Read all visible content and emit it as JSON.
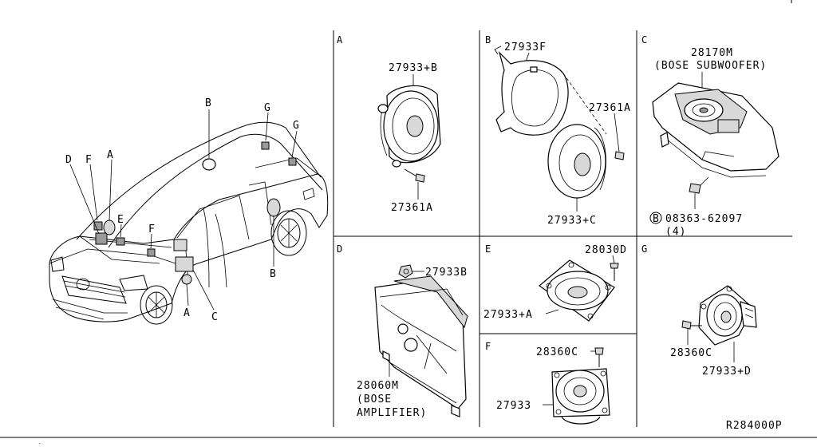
{
  "diagram_code": "R284000P",
  "vehicle_callouts": [
    "B",
    "G",
    "G",
    "D",
    "F",
    "A",
    "E",
    "F",
    "A",
    "C",
    "B"
  ],
  "sections": {
    "A": {
      "letter": "A",
      "labels": [
        "27933+B",
        "27361A"
      ]
    },
    "B": {
      "letter": "B",
      "labels": [
        "27933F",
        "27361A",
        "27933+C"
      ]
    },
    "C": {
      "letter": "C",
      "labels": [
        "28170M",
        "(BOSE SUBWOOFER)",
        "B",
        "08363-62097",
        "(4)"
      ]
    },
    "D": {
      "letter": "D",
      "labels": [
        "27933B",
        "28060M",
        "(BOSE",
        "AMPLIFIER)"
      ]
    },
    "E": {
      "letter": "E",
      "labels": [
        "28030D",
        "27933+A"
      ]
    },
    "F": {
      "letter": "F",
      "labels": [
        "28360C",
        "27933"
      ]
    },
    "G": {
      "letter": "G",
      "labels": [
        "28360C",
        "27933+D"
      ]
    }
  }
}
